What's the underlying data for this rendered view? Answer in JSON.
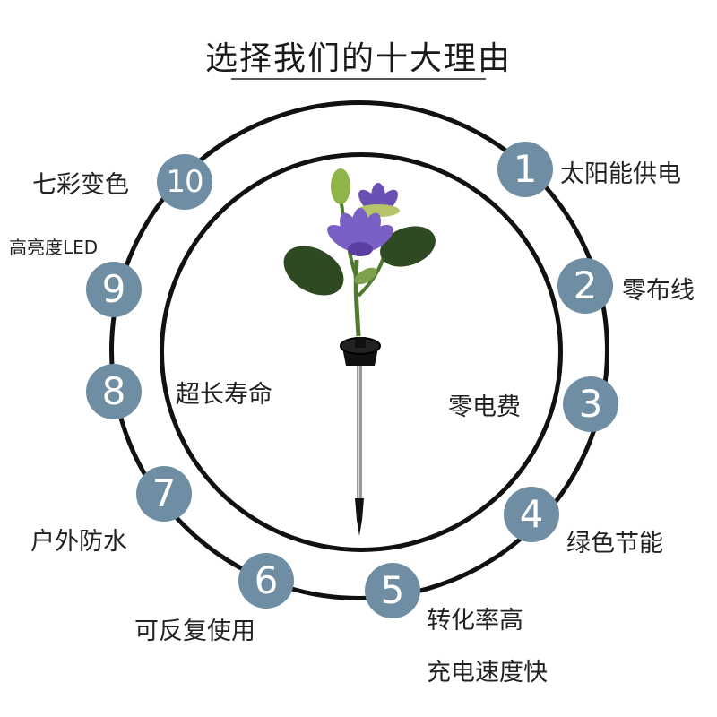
{
  "title": "选择我们的十大理由",
  "badge_color": "#6f8ea3",
  "reasons": [
    {
      "number": "1",
      "label": "太阳能供电"
    },
    {
      "number": "2",
      "label": "零布线"
    },
    {
      "number": "3",
      "label": "零电费"
    },
    {
      "number": "4",
      "label": "绿色节能"
    },
    {
      "number": "5",
      "label": "转化率高",
      "label2": "充电速度快"
    },
    {
      "number": "6",
      "label": "可反复使用"
    },
    {
      "number": "7",
      "label": "户外防水"
    },
    {
      "number": "8",
      "label": "超长寿命"
    },
    {
      "number": "9",
      "label": "高亮度LED"
    },
    {
      "number": "10",
      "label": "七彩变色"
    }
  ]
}
